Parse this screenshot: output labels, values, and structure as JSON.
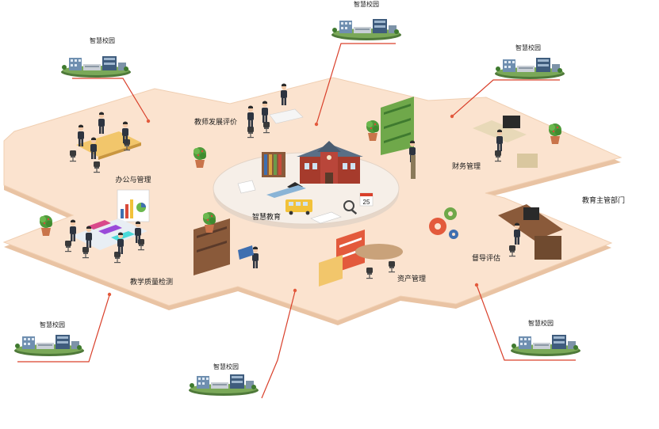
{
  "center": {
    "label": "智慧教育"
  },
  "zones": [
    {
      "id": "office",
      "label": "办公与管理"
    },
    {
      "id": "teacher",
      "label": "教师发展评价"
    },
    {
      "id": "finance",
      "label": "财务管理"
    },
    {
      "id": "quality",
      "label": "教学质量检测"
    },
    {
      "id": "asset",
      "label": "资产管理"
    },
    {
      "id": "supervision",
      "label": "督导评估"
    }
  ],
  "department": {
    "label": "教育主管部门"
  },
  "campuses": [
    {
      "label": "智慧校园"
    },
    {
      "label": "智慧校园"
    },
    {
      "label": "智慧校园"
    },
    {
      "label": "智慧校园"
    },
    {
      "label": "智慧校园"
    },
    {
      "label": "智慧校园"
    }
  ],
  "calendar": {
    "day": "25"
  },
  "colors": {
    "floor": "#fbe3cf",
    "floor_edge": "#e9c3a3",
    "connector": "#d9402b",
    "platform": "#f6efe8"
  }
}
